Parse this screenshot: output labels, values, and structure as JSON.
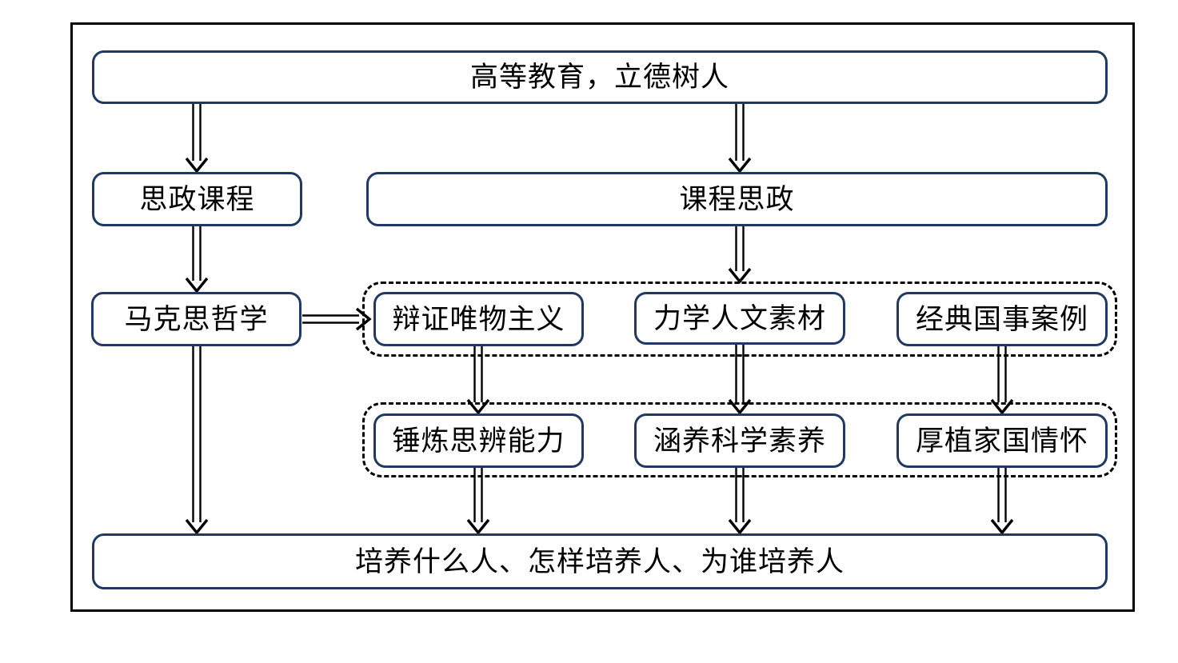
{
  "diagram": {
    "nodes": {
      "gaodeng": {
        "label": "高等教育，立德树人"
      },
      "sizheng_kecheng": {
        "label": "思政课程"
      },
      "kecheng_sizheng": {
        "label": "课程思政"
      },
      "makesi": {
        "label": "马克思哲学"
      },
      "bianzheng": {
        "label": "辩证唯物主义"
      },
      "lixue": {
        "label": "力学人文素材"
      },
      "jingdian": {
        "label": "经典国事案例"
      },
      "chuilian": {
        "label": "锤炼思辨能力"
      },
      "hanyang": {
        "label": "涵养科学素养"
      },
      "houzhi": {
        "label": "厚植家国情怀"
      },
      "peiyang": {
        "label": "培养什么人、怎样培养人、为谁培养人"
      }
    },
    "colors": {
      "box_border": "#1f3864",
      "dashed_border": "#000000",
      "frame_border": "#000000",
      "arrow": "#000000",
      "text": "#000000",
      "background": "#ffffff"
    }
  }
}
